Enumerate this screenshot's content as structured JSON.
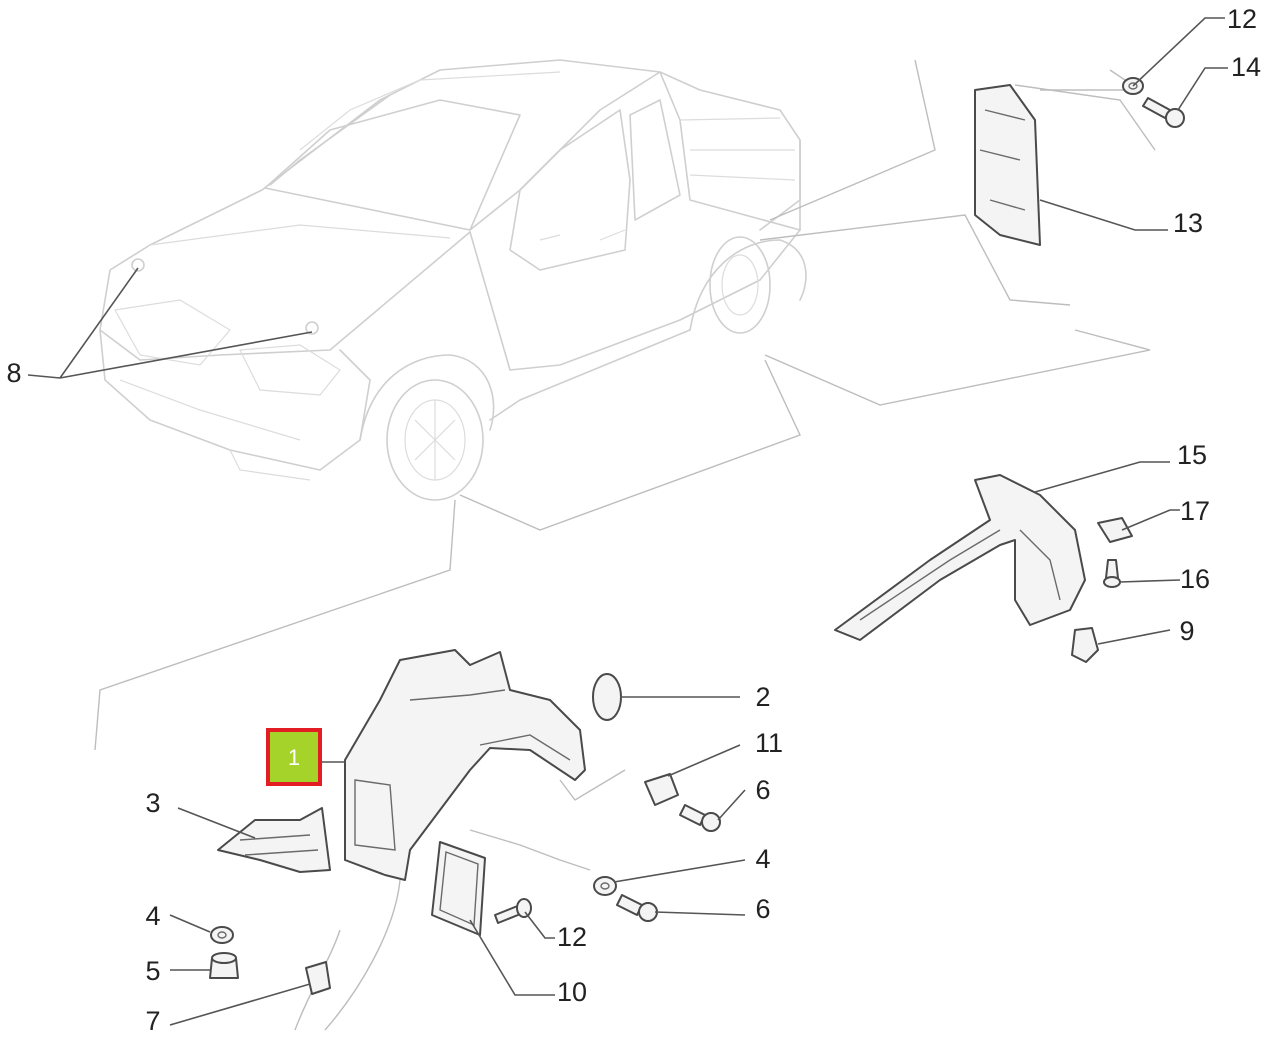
{
  "callouts": {
    "c1": "1",
    "c2": "2",
    "c3": "3",
    "c4a": "4",
    "c4b": "4",
    "c5": "5",
    "c6a": "6",
    "c6b": "6",
    "c7": "7",
    "c8": "8",
    "c9": "9",
    "c10": "10",
    "c11": "11",
    "c12a": "12",
    "c12b": "12",
    "c13": "13",
    "c14": "14",
    "c15": "15",
    "c16": "16",
    "c17": "17"
  },
  "highlight": {
    "part": "1",
    "fill_color": "#a6d32a",
    "border_color": "#e21d24"
  }
}
